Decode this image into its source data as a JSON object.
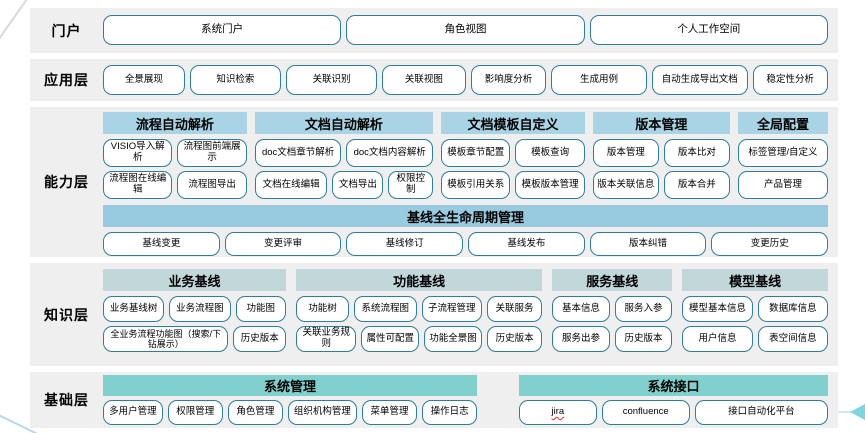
{
  "portal": {
    "label": "门户",
    "buttons": [
      "系统门户",
      "角色视图",
      "个人工作空间"
    ]
  },
  "application": {
    "label": "应用层",
    "buttons": [
      "全景展现",
      "知识检索",
      "关联识别",
      "关联视图",
      "影响度分析",
      "生成用例",
      "自动生成导出文档",
      "稳定性分析"
    ]
  },
  "capability": {
    "label": "能力层",
    "groups": [
      {
        "title": "流程自动解析",
        "rows": [
          [
            "VISIO导入解析",
            "流程图前端展示"
          ],
          [
            "流程图在线编辑",
            "流程图导出"
          ]
        ]
      },
      {
        "title": "文档自动解析",
        "rows": [
          [
            "doc文档章节解析",
            "doc文档内容解析"
          ],
          [
            "文档在线编辑",
            "文档导出",
            "权限控制"
          ]
        ]
      },
      {
        "title": "文档模板自定义",
        "rows": [
          [
            "模板章节配置",
            "模板查询"
          ],
          [
            "模板引用关系",
            "模板版本管理"
          ]
        ]
      },
      {
        "title": "版本管理",
        "rows": [
          [
            "版本管理",
            "版本比对"
          ],
          [
            "版本关联信息",
            "版本合并"
          ]
        ]
      },
      {
        "title": "全局配置",
        "rows": [
          [
            "标签管理/自定义"
          ],
          [
            "产品管理"
          ]
        ]
      }
    ],
    "baseline": {
      "title": "基线全生命周期管理",
      "buttons": [
        "基线变更",
        "变更评审",
        "基线修订",
        "基线发布",
        "版本纠错",
        "变更历史"
      ]
    }
  },
  "knowledge": {
    "label": "知识层",
    "groups": [
      {
        "title": "业务基线",
        "rows": [
          [
            "业务基线树",
            "业务流程图",
            "功能图"
          ],
          [
            "全业务流程功能图（搜索/下钻展示）",
            "历史版本"
          ]
        ]
      },
      {
        "title": "功能基线",
        "rows": [
          [
            "功能树",
            "系统流程图",
            "子流程管理",
            "关联服务"
          ],
          [
            "关联业务规则",
            "属性可配置",
            "功能全景图",
            "历史版本"
          ]
        ]
      },
      {
        "title": "服务基线",
        "rows": [
          [
            "基本信息",
            "服务入参"
          ],
          [
            "服务出参",
            "历史版本"
          ]
        ]
      },
      {
        "title": "模型基线",
        "rows": [
          [
            "模型基本信息",
            "数据库信息"
          ],
          [
            "用户信息",
            "表空间信息"
          ]
        ]
      }
    ]
  },
  "foundation": {
    "label": "基础层",
    "groups": [
      {
        "title": "系统管理",
        "buttons": [
          "多用户管理",
          "权限管理",
          "角色管理",
          "组织机构管理",
          "菜单管理",
          "操作日志"
        ]
      },
      {
        "title": "系统接口",
        "buttons": [
          "jira",
          "confluence",
          "接口自动化平台"
        ]
      }
    ]
  },
  "colors": {
    "band_bg": "#efefef",
    "capability_header": "#a8d4e6",
    "baseline_header": "#98cbdf",
    "knowledge_header": "#c2d7da",
    "foundation_header": "#80d1cd",
    "box_border": "#2e7d9b"
  }
}
